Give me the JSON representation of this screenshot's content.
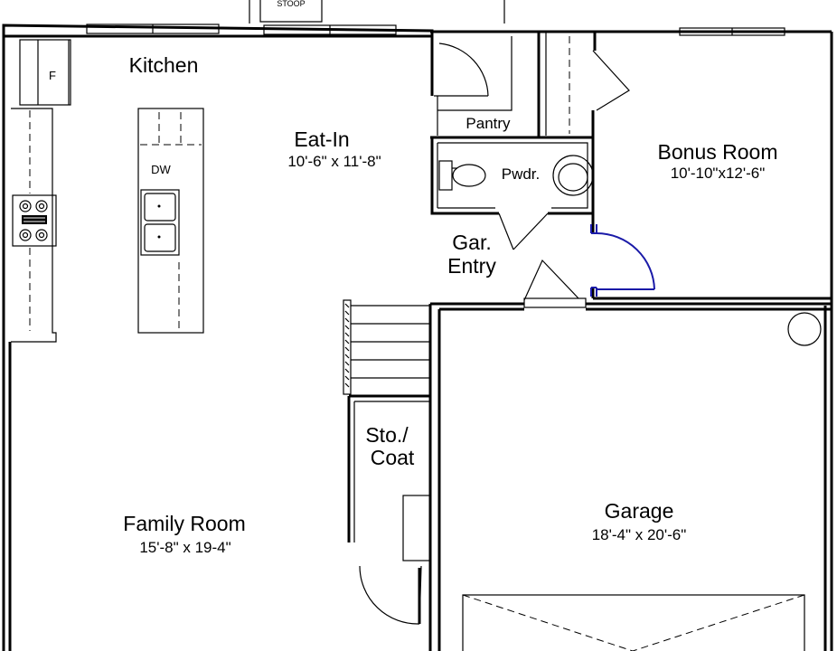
{
  "rooms": {
    "kitchen": {
      "name": "Kitchen"
    },
    "eat_in": {
      "name": "Eat-In",
      "dims": "10'-6\" x 11'-8\""
    },
    "pantry": {
      "name": "Pantry"
    },
    "powder": {
      "name": "Pwdr."
    },
    "bonus_room": {
      "name": "Bonus Room",
      "dims": "10'-10\"x12'-6\""
    },
    "garage_entry": {
      "line1": "Gar.",
      "line2": "Entry"
    },
    "storage_coat": {
      "line1": "Sto./",
      "line2": "Coat"
    },
    "family_room": {
      "name": "Family Room",
      "dims": "15'-8\" x 19-4\""
    },
    "garage": {
      "name": "Garage",
      "dims": "18'-4\" x 20'-6\""
    }
  },
  "fixtures": {
    "fridge": "F",
    "dishwasher": "DW",
    "stoop": "STOOP"
  },
  "colors": {
    "walls": "#000000",
    "highlighted_door": "#1a1aa8",
    "background": "#ffffff"
  }
}
